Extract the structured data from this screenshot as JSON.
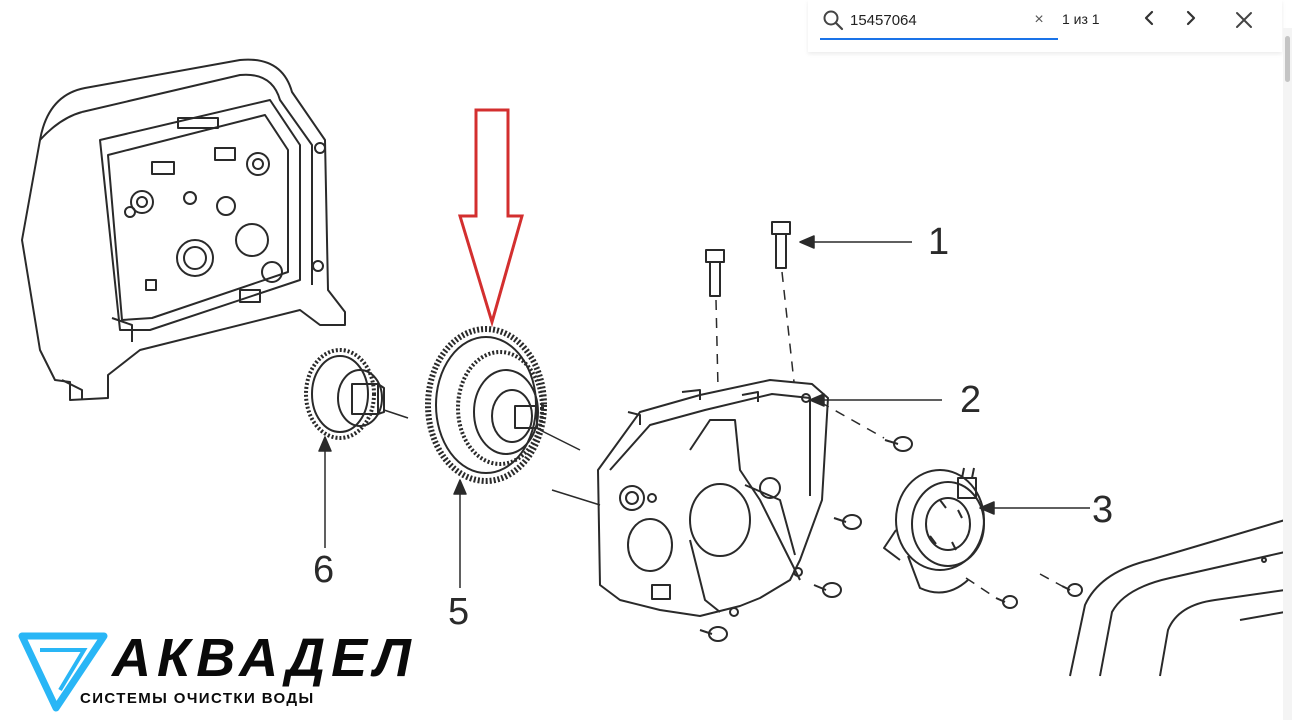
{
  "find_bar": {
    "query": "15457064",
    "clear_label": "×",
    "match_count": "1 из 1",
    "icons": {
      "search": "search-icon",
      "prev": "chevron-up-icon",
      "next": "chevron-down-icon",
      "close": "close-icon"
    },
    "accent_color": "#1a73e8"
  },
  "diagram": {
    "callouts": [
      "1",
      "2",
      "3",
      "5",
      "6"
    ],
    "highlight_arrow_color": "#d32f2f"
  },
  "logo": {
    "wordmark": "АКВАДЕЛ",
    "tagline": "СИСТЕМЫ ОЧИСТКИ ВОДЫ",
    "brand_color": "#29b6f6"
  }
}
